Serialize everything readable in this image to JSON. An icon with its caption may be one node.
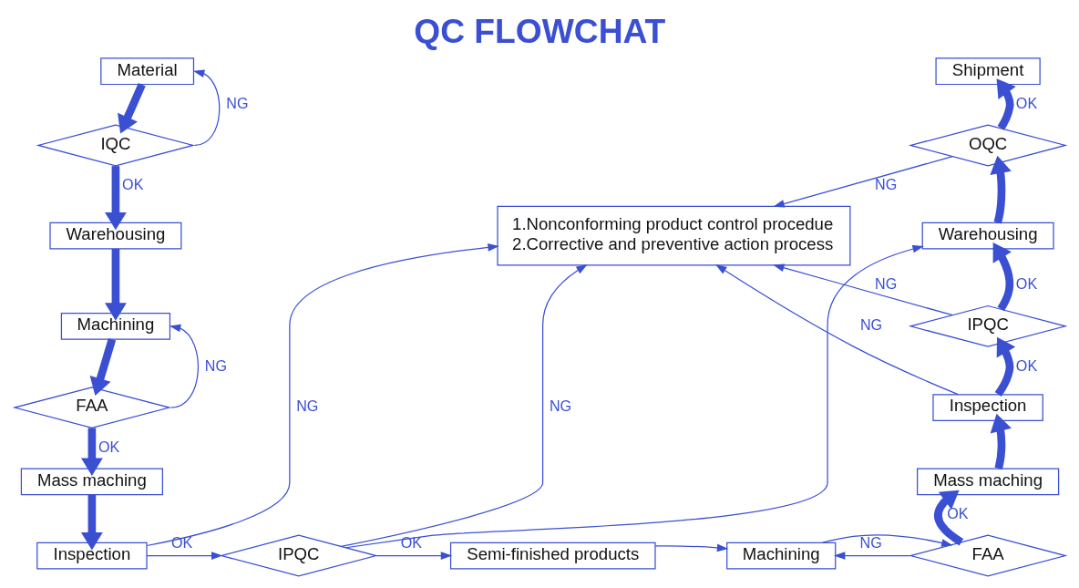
{
  "diagram": {
    "title": "QC FLOWCHAT",
    "nodes": [
      {
        "text": [
          "Material"
        ]
      },
      {
        "text": [
          "IQC"
        ]
      },
      {
        "text": [
          "Warehousing"
        ]
      },
      {
        "text": [
          "Machining"
        ]
      },
      {
        "text": [
          "FAA"
        ]
      },
      {
        "text": [
          "Mass maching"
        ]
      },
      {
        "text": [
          "Inspection"
        ]
      },
      {
        "text": [
          "IPQC"
        ]
      },
      {
        "text": [
          "Semi-finished products"
        ]
      },
      {
        "text": [
          "Machining"
        ]
      },
      {
        "text": [
          "FAA"
        ]
      },
      {
        "text": [
          "Mass maching"
        ]
      },
      {
        "text": [
          "Inspection"
        ]
      },
      {
        "text": [
          "IPQC"
        ]
      },
      {
        "text": [
          "Warehousing"
        ]
      },
      {
        "text": [
          "OQC"
        ]
      },
      {
        "text": [
          "Shipment"
        ]
      },
      {
        "text": [
          "1.Nonconforming product control procedue",
          "2.Corrective and preventive action process"
        ]
      }
    ],
    "edges": [
      {
        "from": 0,
        "to": 1,
        "arrow": "to",
        "style": "thick"
      },
      {
        "from": 1,
        "to": 0,
        "arrow": "to",
        "label": "NG"
      },
      {
        "from": 1,
        "to": 2,
        "arrow": "to",
        "style": "thick",
        "label": "OK"
      },
      {
        "from": 2,
        "to": 3,
        "arrow": "to",
        "style": "thick"
      },
      {
        "from": 3,
        "to": 4,
        "arrow": "to",
        "style": "thick"
      },
      {
        "from": 4,
        "to": 3,
        "arrow": "to",
        "label": "NG"
      },
      {
        "from": 4,
        "to": 5,
        "arrow": "to",
        "style": "thick",
        "label": "OK"
      },
      {
        "from": 5,
        "to": 6,
        "arrow": "to",
        "style": "thick"
      },
      {
        "from": 6,
        "to": 7,
        "arrow": "to",
        "label": "OK"
      },
      {
        "from": 6,
        "to": 17,
        "arrow": "to",
        "label": "NG"
      },
      {
        "from": 7,
        "to": 8,
        "arrow": "to",
        "label": "OK"
      },
      {
        "from": 7,
        "to": 17,
        "arrow": "to",
        "label": "NG"
      },
      {
        "from": 7,
        "to": 14,
        "arrow": "to"
      },
      {
        "from": 8,
        "to": 9,
        "arrow": "to"
      },
      {
        "from": 9,
        "to": 10,
        "arrow": "to"
      },
      {
        "from": 10,
        "to": 11,
        "arrow": "to",
        "style": "thick",
        "label": "OK"
      },
      {
        "from": 10,
        "to": 9,
        "arrow": "to",
        "label": "NG"
      },
      {
        "from": 11,
        "to": 12,
        "arrow": "to",
        "style": "thick"
      },
      {
        "from": 12,
        "to": 13,
        "arrow": "to",
        "style": "thick",
        "label": "OK"
      },
      {
        "from": 12,
        "to": 17,
        "arrow": "to",
        "label": "NG"
      },
      {
        "from": 13,
        "to": 14,
        "arrow": "to",
        "style": "thick",
        "label": "OK"
      },
      {
        "from": 13,
        "to": 17,
        "arrow": "to",
        "label": "NG"
      },
      {
        "from": 14,
        "to": 15,
        "arrow": "to",
        "style": "thick"
      },
      {
        "from": 15,
        "to": 16,
        "arrow": "to",
        "style": "thick",
        "label": "OK"
      },
      {
        "from": 15,
        "to": 17,
        "arrow": "to",
        "label": "NG"
      }
    ]
  }
}
